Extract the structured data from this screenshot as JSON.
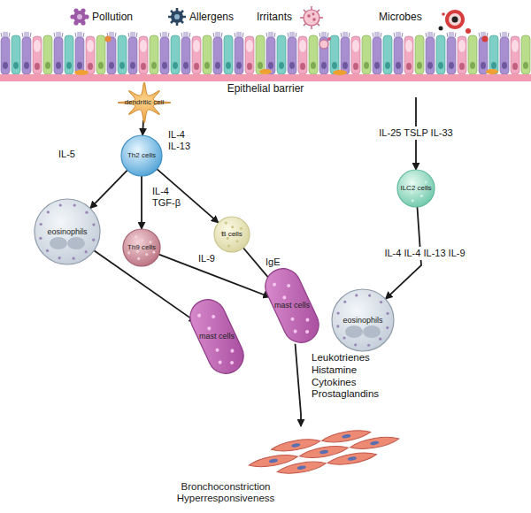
{
  "diagram": {
    "nodes": [
      {
        "text": [
          "Epithelial barrier"
        ]
      },
      {
        "text": [
          "dendritic cell"
        ]
      },
      {
        "text": [
          "Th2 cells"
        ]
      },
      {
        "text": [
          "eosinophils"
        ]
      },
      {
        "text": [
          "Th9 cells"
        ]
      },
      {
        "text": [
          "B cells"
        ]
      },
      {
        "text": [
          "mast cells"
        ]
      },
      {
        "text": [
          "mast cells"
        ]
      },
      {
        "text": [
          "ILC2 cells"
        ]
      },
      {
        "text": [
          "eosinophils"
        ]
      },
      {
        "text": [
          "Bronchoconstriction Hyperresponsiveness"
        ]
      }
    ],
    "edges": [
      {
        "from": 1,
        "to": 2,
        "arrow": "to"
      },
      {
        "from": 2,
        "to": 3,
        "label": "IL-5",
        "arrow": "to"
      },
      {
        "from": 2,
        "to": 4,
        "label": "IL-4 TGF-β",
        "arrow": "to"
      },
      {
        "from": 2,
        "to": 5,
        "label": "IL-4 IL-13",
        "arrow": "to"
      },
      {
        "from": 3,
        "to": 6,
        "arrow": "to"
      },
      {
        "from": 4,
        "to": 7,
        "label": "IL-9",
        "arrow": "to"
      },
      {
        "from": 5,
        "to": 7,
        "label": "IgE",
        "arrow": "to"
      },
      {
        "from": 0,
        "to": 8,
        "label": "IL-25 TSLP IL-33",
        "arrow": "to"
      },
      {
        "from": 8,
        "to": 9,
        "label": "IL-4 IL-4 IL-13 IL-9",
        "arrow": "to"
      },
      {
        "from": 7,
        "to": 10,
        "label": "Leukotrienes Histamine Cytokines Prostaglandins",
        "arrow": "to"
      }
    ],
    "labels": [
      "Pollution",
      "Allergens",
      "Irritants",
      "Microbes"
    ]
  }
}
